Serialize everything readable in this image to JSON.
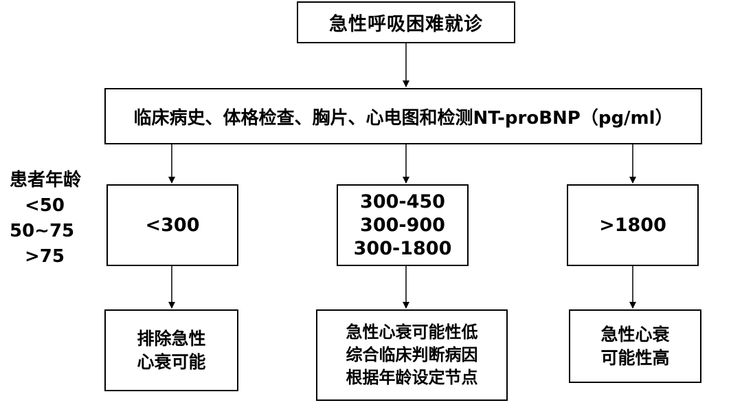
{
  "top": {
    "label": "急性呼吸困难就诊"
  },
  "main": {
    "label": "临床病史、体格检查、胸片、心电图和检测NT-proBNP（pg/ml）"
  },
  "age_block": {
    "title": "患者年龄",
    "groups": [
      "<50",
      "50~75",
      ">75"
    ]
  },
  "thresholds": {
    "low": {
      "label": "<300"
    },
    "mid": {
      "lines": [
        "300-450",
        "300-900",
        "300-1800"
      ]
    },
    "high": {
      "label": ">1800"
    }
  },
  "outcomes": {
    "low": {
      "lines": [
        "排除急性",
        "心衰可能"
      ]
    },
    "mid": {
      "lines": [
        "急性心衰可能性低",
        "综合临床判断病因",
        "根据年龄设定节点"
      ]
    },
    "high": {
      "lines": [
        "急性心衰",
        "可能性高"
      ]
    }
  }
}
